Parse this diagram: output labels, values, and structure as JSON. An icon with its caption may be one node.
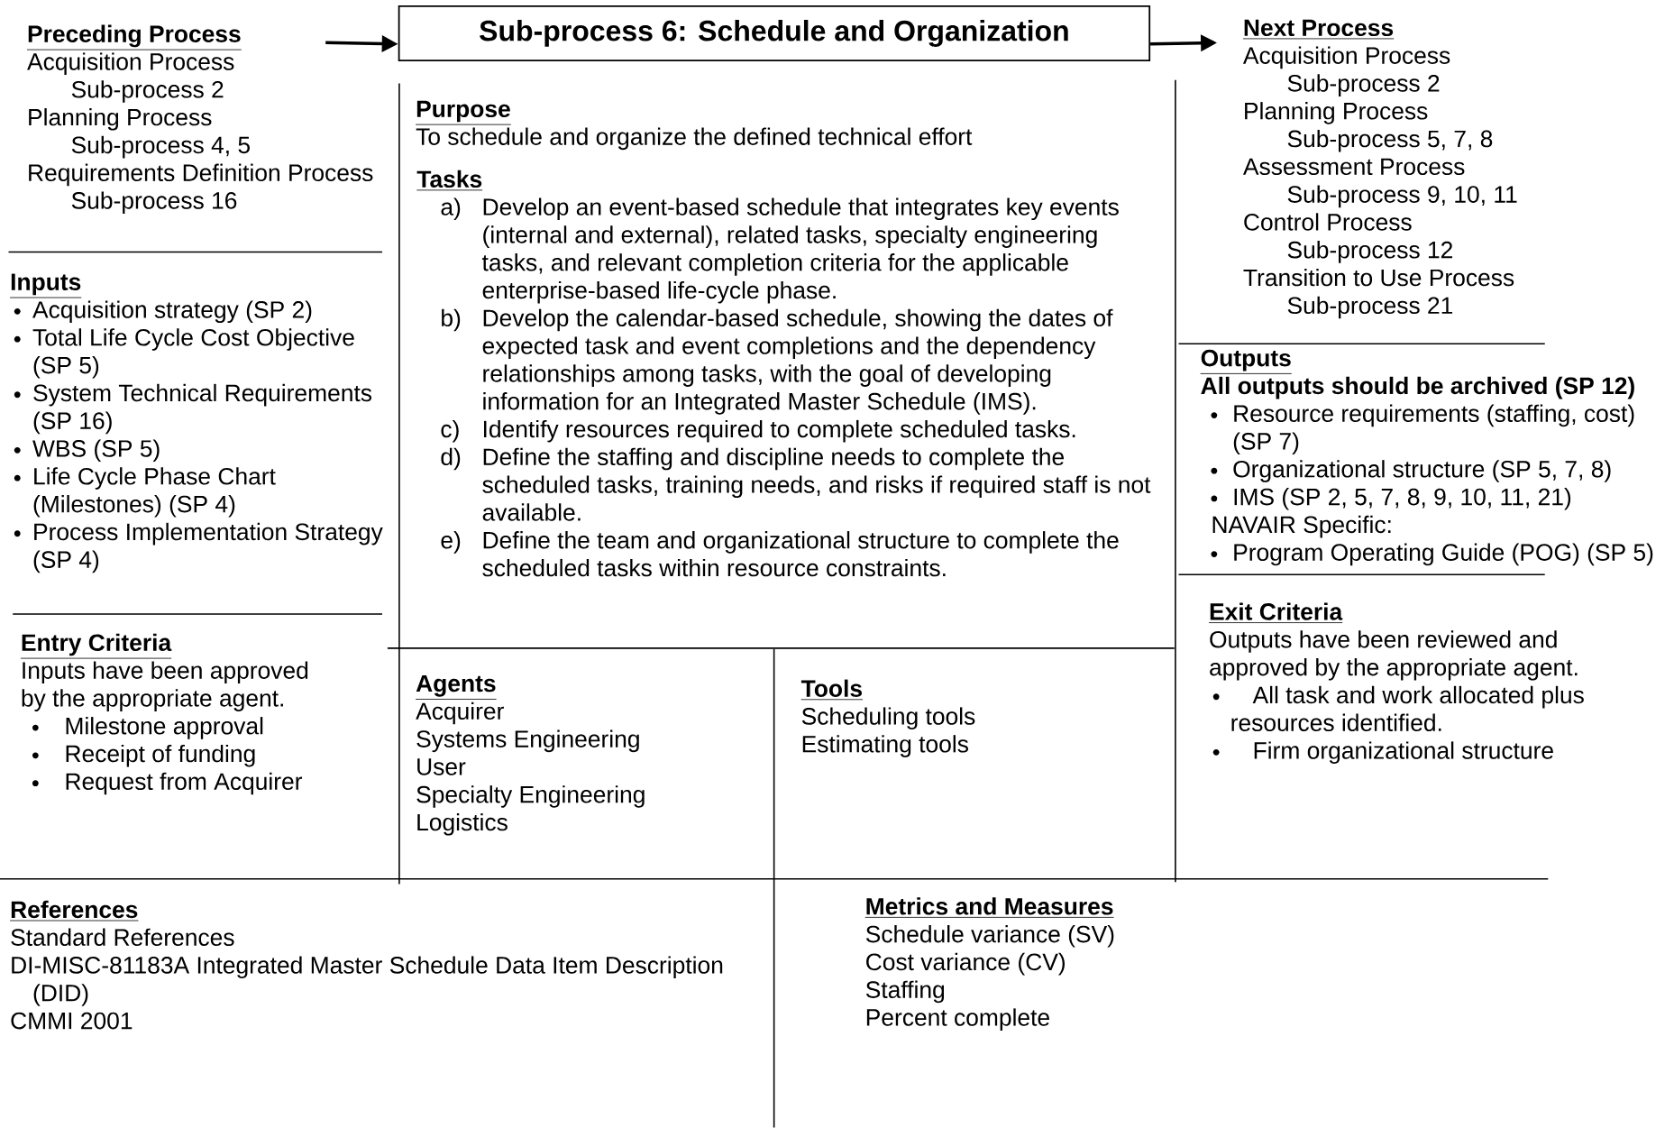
{
  "diagram": {
    "nodes": [
      {
        "text": [
          "Preceding Process",
          "Acquisition Process",
          "Sub-process 2",
          "Planning Process",
          "Sub-process 4, 5",
          "Requirements Definition Process",
          "Sub-process 16"
        ]
      },
      {
        "text": [
          "Sub-process 6: Schedule and Organization"
        ]
      },
      {
        "text": [
          "Next Process",
          "Acquisition Process",
          "Sub-process 2",
          "Planning Process",
          "Sub-process 5, 7, 8",
          "Assessment Process",
          "Sub-process 9, 10, 11",
          "Control Process",
          "Sub-process 12",
          "Transition to Use Process",
          "Sub-process 21"
        ]
      }
    ],
    "edges": [
      {
        "from": 0,
        "to": 1,
        "arrow": "to"
      },
      {
        "from": 1,
        "to": 2,
        "arrow": "to"
      }
    ],
    "labels": [
      "Inputs",
      "Acquisition strategy (SP 2)",
      "Total Life Cycle Cost Objective (SP 5)",
      "System Technical Requirements (SP 16)",
      "WBS (SP 5)",
      "Life Cycle Phase Chart (Milestones) (SP 4)",
      "Process Implementation Strategy (SP 4)",
      "Entry Criteria",
      "Inputs have been approved by the appropriate agent.",
      "Milestone approval",
      "Receipt of funding",
      "Request from Acquirer",
      "Purpose",
      "To schedule and organize the defined technical effort",
      "Tasks",
      "a)",
      "Develop an event-based schedule that integrates key events (internal and external), related tasks, specialty engineering tasks, and relevant completion criteria for the applicable enterprise-based life-cycle phase.",
      "b)",
      "Develop the calendar-based schedule, showing the dates of expected task and event completions and the dependency relationships among tasks, with the goal of developing information for an Integrated Master Schedule (IMS).",
      "c)",
      "Identify resources required to complete scheduled tasks.",
      "d)",
      "Define the staffing and discipline needs to complete the scheduled tasks, training needs, and risks if required staff is not available.",
      "e)",
      "Define the team and organizational structure to complete the scheduled tasks within resource constraints.",
      "Agents",
      "Acquirer",
      "Systems Engineering",
      "User",
      "Specialty Engineering",
      "Logistics",
      "Tools",
      "Scheduling tools",
      "Estimating tools",
      "Outputs",
      "All outputs should be archived (SP 12)",
      "Resource requirements (staffing, cost) (SP 7)",
      "Organizational structure (SP 5, 7, 8)",
      "IMS (SP 2, 5, 7, 8, 9, 10, 11, 21)",
      "NAVAIR Specific:",
      "Program Operating Guide (POG) (SP 5)",
      "Exit Criteria",
      "Outputs have been reviewed and approved by the appropriate agent.",
      "All task and work allocated plus resources identified.",
      "Firm organizational structure",
      "References",
      "Standard References",
      "DI-MISC-81183A Integrated Master Schedule Data Item Description (DID)",
      "CMMI 2001",
      "Metrics and Measures",
      "Schedule variance (SV)",
      "Cost variance (CV)",
      "Staffing",
      "Percent complete"
    ]
  }
}
